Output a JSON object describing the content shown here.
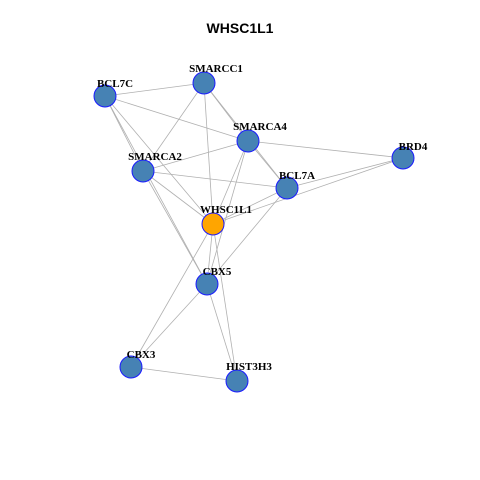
{
  "title": "WHSC1L1",
  "colors": {
    "node_fill": "#4682B4",
    "node_stroke": "#1a1aff",
    "center_fill": "#FFA500",
    "edge": "#b0b0b0",
    "label": "#000000"
  },
  "graph": {
    "center": "WHSC1L1",
    "nodes": [
      "BCL7C",
      "SMARCC1",
      "SMARCA4",
      "BRD4",
      "SMARCA2",
      "BCL7A",
      "WHSC1L1",
      "CBX5",
      "CBX3",
      "HIST3H3"
    ],
    "edges": [
      [
        "BCL7C",
        "SMARCC1"
      ],
      [
        "BCL7C",
        "SMARCA4"
      ],
      [
        "BCL7C",
        "SMARCA2"
      ],
      [
        "BCL7C",
        "WHSC1L1"
      ],
      [
        "BCL7C",
        "CBX5"
      ],
      [
        "SMARCC1",
        "SMARCA4"
      ],
      [
        "SMARCC1",
        "SMARCA2"
      ],
      [
        "SMARCC1",
        "WHSC1L1"
      ],
      [
        "SMARCC1",
        "BCL7A"
      ],
      [
        "SMARCA4",
        "BCL7A"
      ],
      [
        "SMARCA4",
        "SMARCA2"
      ],
      [
        "SMARCA4",
        "BRD4"
      ],
      [
        "SMARCA4",
        "WHSC1L1"
      ],
      [
        "SMARCA4",
        "CBX5"
      ],
      [
        "SMARCA2",
        "BCL7A"
      ],
      [
        "SMARCA2",
        "WHSC1L1"
      ],
      [
        "SMARCA2",
        "CBX5"
      ],
      [
        "BCL7A",
        "BRD4"
      ],
      [
        "BCL7A",
        "WHSC1L1"
      ],
      [
        "BCL7A",
        "CBX5"
      ],
      [
        "BRD4",
        "WHSC1L1"
      ],
      [
        "WHSC1L1",
        "CBX5"
      ],
      [
        "WHSC1L1",
        "CBX3"
      ],
      [
        "WHSC1L1",
        "HIST3H3"
      ],
      [
        "CBX5",
        "CBX3"
      ],
      [
        "CBX5",
        "HIST3H3"
      ],
      [
        "CBX3",
        "HIST3H3"
      ]
    ]
  }
}
